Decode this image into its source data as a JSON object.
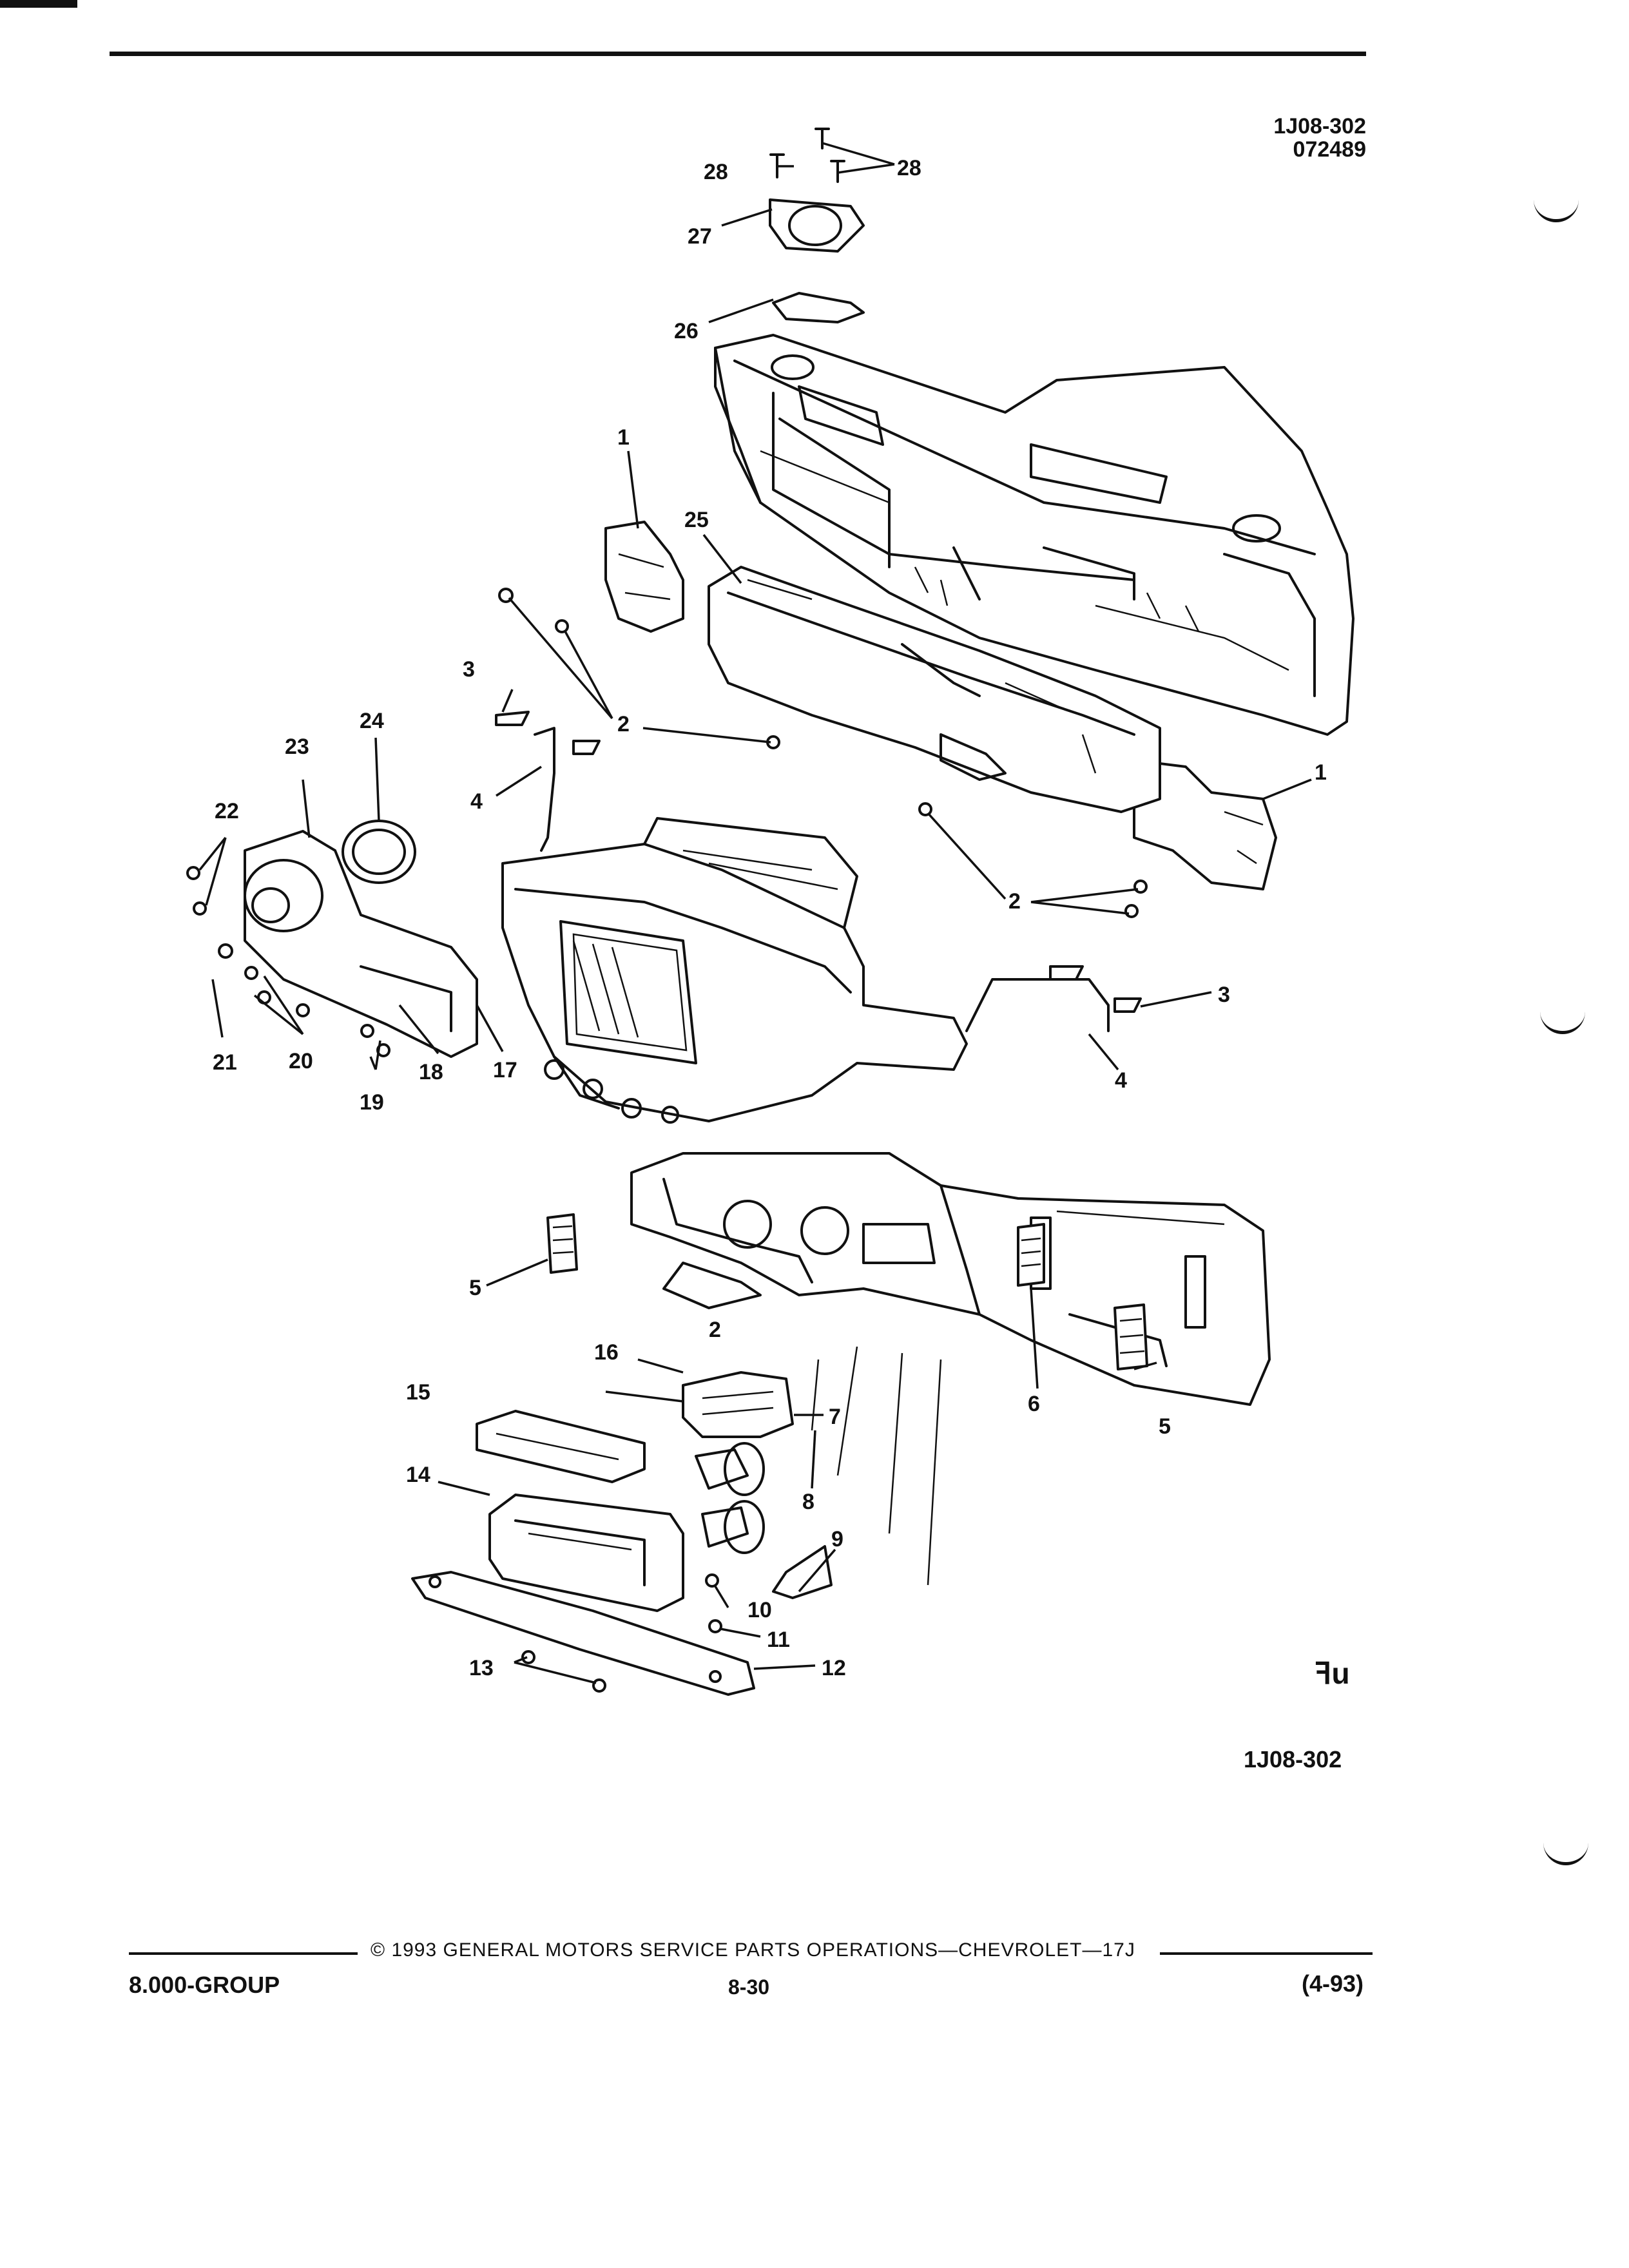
{
  "header": {
    "figure_code": "1J08-302",
    "date_code": "072489"
  },
  "callouts": [
    "1",
    "1",
    "2",
    "2",
    "2",
    "3",
    "3",
    "4",
    "4",
    "5",
    "5",
    "6",
    "7",
    "8",
    "9",
    "10",
    "11",
    "12",
    "13",
    "14",
    "15",
    "16",
    "17",
    "18",
    "19",
    "20",
    "21",
    "22",
    "23",
    "24",
    "25",
    "26",
    "27",
    "28",
    "28"
  ],
  "figure_footer_code": "1J08-302",
  "footer": {
    "copyright": "© 1993 GENERAL MOTORS SERVICE PARTS OPERATIONS—CHEVROLET—17J",
    "group": "8.000-GROUP",
    "page": "8-30",
    "revision": "(4-93)"
  },
  "logo_glyph": "ꟻu"
}
